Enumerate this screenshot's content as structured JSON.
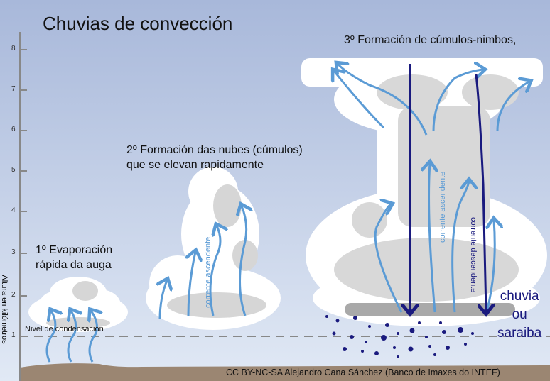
{
  "title": "Chuvias de convección",
  "stage3": "3º Formación de cúmulos-nimbos,",
  "stage2": {
    "line1": "2º Formación das nubes (cúmulos)",
    "line2": "que se elevan rapidamente"
  },
  "stage1": {
    "line1": "1º Evaporación",
    "line2": "rápida da auga"
  },
  "condensation_level": "Nivel de condensación",
  "y_axis": {
    "label": "Altura en kilómetros",
    "ticks": [
      "1",
      "2",
      "3",
      "4",
      "5",
      "6",
      "7",
      "8"
    ]
  },
  "labels": {
    "updraft": "corrente ascendente",
    "downdraft": "corrente descendente"
  },
  "rain": {
    "line1": "chuvia",
    "line2": "ou",
    "line3": "saraiba"
  },
  "credit": "CC BY-NC-SA Alejandro Cana Sánchez (Banco de Imaxes do INTEF)",
  "colors": {
    "sky_top": "#a8b8da",
    "sky_bottom": "#dfe8f5",
    "ground": "#9b8672",
    "updraft": "#5b9bd5",
    "downdraft": "#1a1a7e",
    "cloud_shadow": "#d6d6d6"
  }
}
